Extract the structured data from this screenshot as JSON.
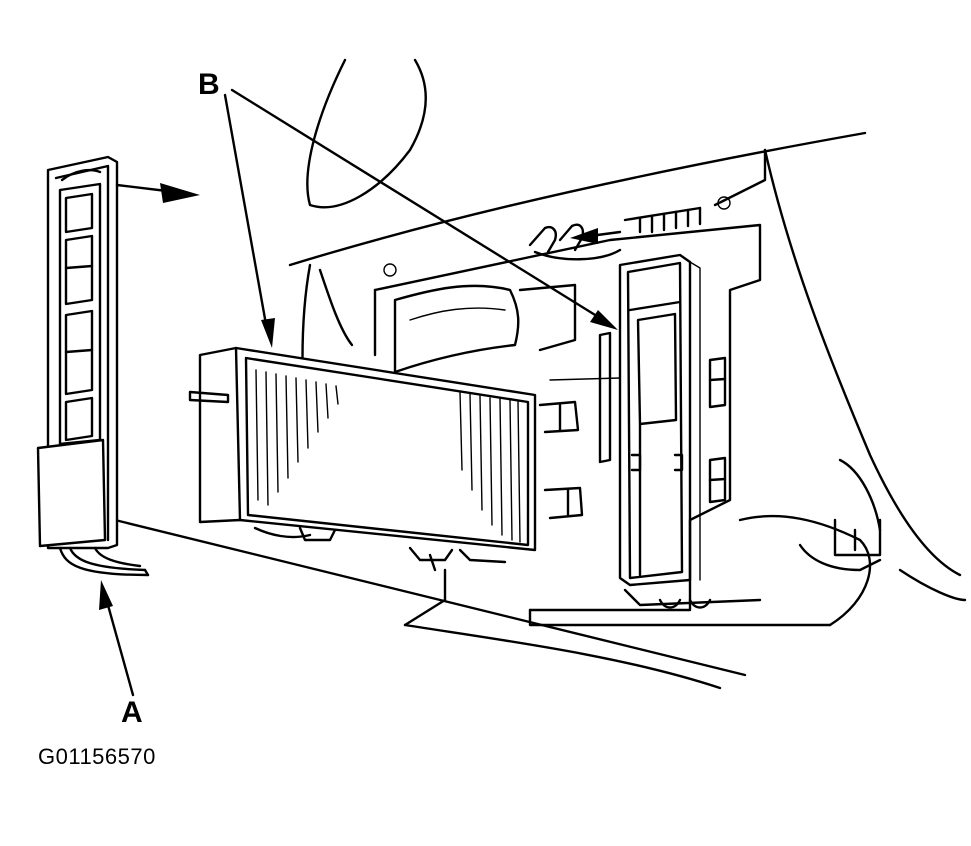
{
  "diagram": {
    "labels": {
      "a": "A",
      "b": "B"
    },
    "figure_code": "G01156570"
  }
}
